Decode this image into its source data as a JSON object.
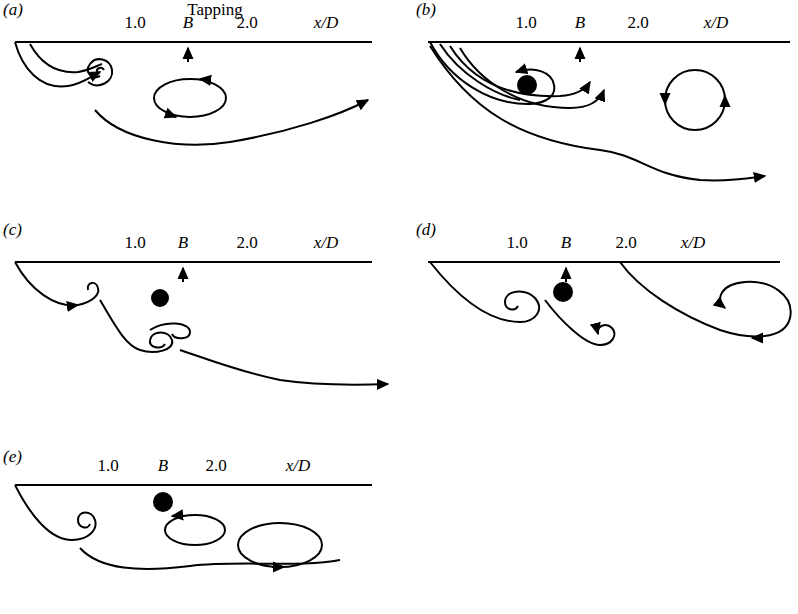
{
  "diagram": {
    "labels": [
      "(a)",
      "Tapping",
      "1.0",
      "B",
      "2.0",
      "x/D",
      "(b)",
      "1.0",
      "B",
      "2.0",
      "x/D",
      "(c)",
      "1.0",
      "B",
      "2.0",
      "x/D",
      "(d)",
      "1.0",
      "B",
      "2.0",
      "x/D",
      "(e)",
      "1.0",
      "B",
      "2.0",
      "x/D"
    ]
  }
}
